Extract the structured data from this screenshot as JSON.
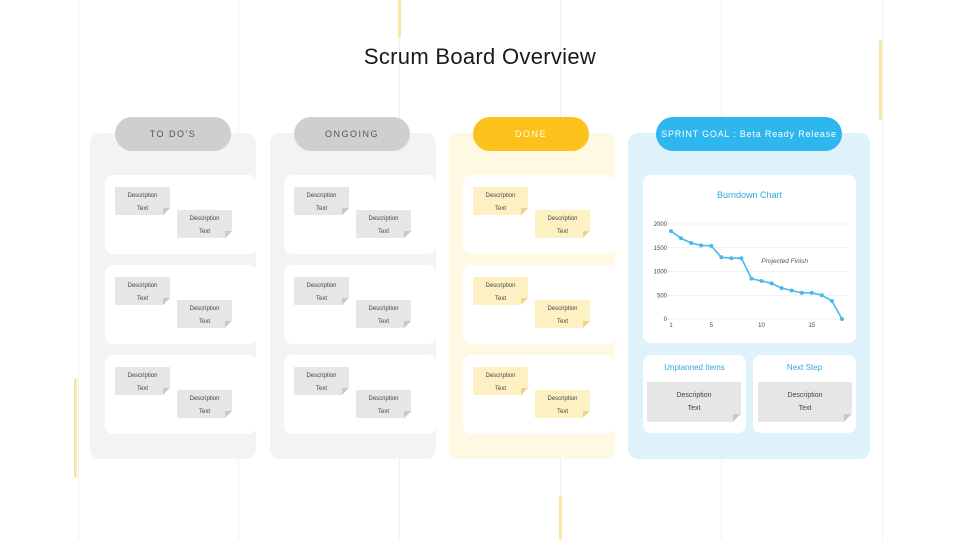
{
  "title": "Scrum Board Overview",
  "columns": [
    {
      "id": "todo",
      "label": "TO DO'S",
      "color": "#cfcfcf",
      "bg": "#f3f3f3"
    },
    {
      "id": "ongoing",
      "label": "ONGOING",
      "color": "#cfcfcf",
      "bg": "#f3f3f3"
    },
    {
      "id": "done",
      "label": "DONE",
      "color": "#fcc21b",
      "bg": "#fff8e3"
    },
    {
      "id": "sprint",
      "label": "SPRINT GOAL : Beta Ready Release",
      "color": "#2eb6ee",
      "bg": "#dff1fb"
    }
  ],
  "note": {
    "description": "Description",
    "text": "Text"
  },
  "chart_data": {
    "type": "line",
    "title": "Burndown Chart",
    "x": [
      1,
      2,
      3,
      4,
      5,
      6,
      7,
      8,
      9,
      10,
      11,
      12,
      13,
      14,
      15,
      16,
      17,
      18
    ],
    "values": [
      1850,
      1700,
      1600,
      1550,
      1540,
      1300,
      1280,
      1280,
      850,
      800,
      750,
      650,
      600,
      550,
      550,
      500,
      380,
      0
    ],
    "xticks": [
      "1",
      "5",
      "10",
      "15"
    ],
    "yticks": [
      "0",
      "500",
      "1000",
      "1500",
      "2000"
    ],
    "ylim": [
      0,
      2000
    ],
    "xlim": [
      1,
      18
    ],
    "annotation": "Projected Finish",
    "line_color": "#4ab8e8"
  },
  "unplanned": {
    "title": "Unplanned Items",
    "description": "Description",
    "text": "Text"
  },
  "next_step": {
    "title": "Next Step",
    "description": "Description",
    "text": "Text"
  }
}
